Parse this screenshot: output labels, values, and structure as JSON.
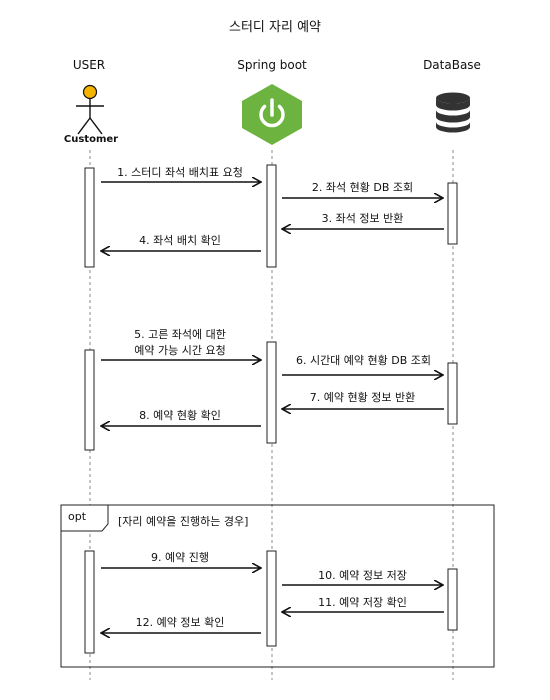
{
  "title": "스터디 자리 예약",
  "participants": {
    "user": "USER",
    "spring": "Spring boot",
    "db": "DataBase"
  },
  "actor_label": "Customer",
  "icons": {
    "actor": "stick-figure-icon",
    "spring": "spring-boot-power-icon",
    "database": "database-cylinder-icon"
  },
  "colors": {
    "actor_head": "#f5b400",
    "spring_green": "#6db33f",
    "database": "#333333",
    "line": "#111111"
  },
  "messages": [
    "1. 스터디 좌석 배치표 요청",
    "2. 좌석 현황 DB 조회",
    "3. 좌석 정보 반환",
    "4. 좌석 배치 확인",
    "5. 고른 좌석에 대한",
    "예약 가능 시간 요청",
    "6. 시간대 예약 현황 DB 조회",
    "7. 예약 현황 정보 반환",
    "8. 예약 현황 확인",
    "9. 예약 진행",
    "10. 예약 정보 저장",
    "11. 예약 저장 확인",
    "12. 예약 정보 확인"
  ],
  "opt": {
    "tag": "opt",
    "condition": "[자리 예약을 진행하는 경우]"
  }
}
